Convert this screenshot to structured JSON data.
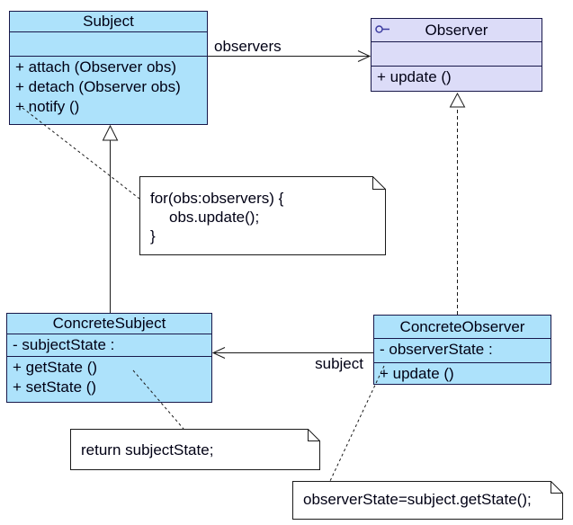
{
  "classes": {
    "subject": {
      "name": "Subject",
      "attributes": [],
      "methods": [
        "+ attach (Observer obs)",
        "+ detach (Observer obs)",
        "+ notify ()"
      ]
    },
    "observer": {
      "name": "Observer",
      "icon": "interface-lollipop-icon",
      "attributes": [],
      "methods": [
        "+ update ()"
      ]
    },
    "concreteSubject": {
      "name": "ConcreteSubject",
      "attributes": [
        "- subjectState :"
      ],
      "methods": [
        "+ getState ()",
        "+ setState ()"
      ]
    },
    "concreteObserver": {
      "name": "ConcreteObserver",
      "attributes": [
        "- observerState :"
      ],
      "methods": [
        "+ update ()"
      ]
    }
  },
  "notes": {
    "forLoop": {
      "line1": "for(obs:observers) {",
      "line2": "obs.update();",
      "line3": "}"
    },
    "returnState": {
      "text": "return subjectState;"
    },
    "updateBody": {
      "text": "observerState=subject.getState();"
    }
  },
  "edgeLabels": {
    "observers": "observers",
    "subject": "subject"
  },
  "colors": {
    "classFill": "#ade2fb",
    "interfaceFill": "#dcdcf8",
    "border": "#18184a",
    "noteFill": "#ffffff",
    "lineColor": "#1a1a1a",
    "iconColor": "#3d3da0",
    "background": "#ffffff"
  }
}
